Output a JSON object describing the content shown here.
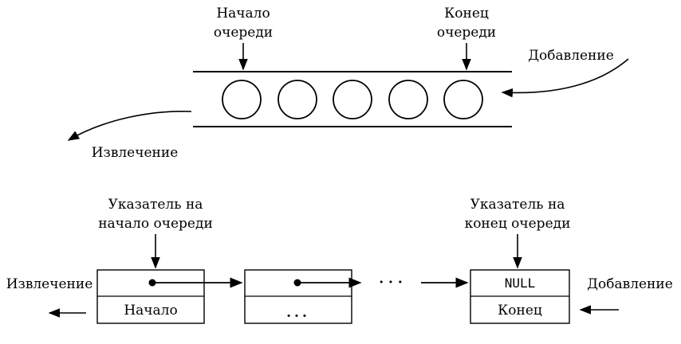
{
  "top": {
    "head_label_line1": "Начало",
    "head_label_line2": "очереди",
    "tail_label_line1": "Конец",
    "tail_label_line2": "очереди",
    "enqueue_label": "Добавление",
    "dequeue_label": "Извлечение"
  },
  "bottom": {
    "head_pointer_line1": "Указатель на",
    "head_pointer_line2": "начало очереди",
    "tail_pointer_line1": "Указатель на",
    "tail_pointer_line2": "конец очереди",
    "dequeue_label": "Извлечение",
    "enqueue_label": "Добавление",
    "node1_label": "Начало",
    "node2_label": "...",
    "node3_top": "NULL",
    "node3_label": "Конец",
    "gap_ellipsis": "· · ·"
  }
}
